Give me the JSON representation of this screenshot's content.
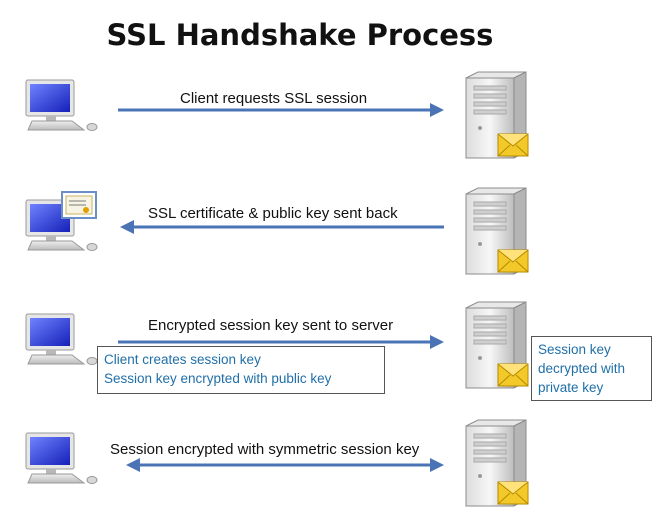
{
  "title": "SSL Handshake Process",
  "steps": [
    {
      "label": "Client requests SSL session",
      "direction": "to-server"
    },
    {
      "label": "SSL certificate & public key sent back",
      "direction": "to-client"
    },
    {
      "label": "Encrypted session key sent to server",
      "direction": "to-server",
      "client_note": [
        "Client creates session key",
        "Session key encrypted with public key"
      ],
      "server_note": [
        "Session key",
        "decrypted with",
        "private key"
      ]
    },
    {
      "label": "Session encrypted with symmetric session key",
      "direction": "both"
    }
  ],
  "colors": {
    "arrow": "#4a74b5",
    "note_text": "#1f6fa8",
    "screen": "#2f3fd8",
    "envelope": "#f0c419"
  },
  "icons": {
    "client": "computer-icon",
    "server": "server-icon",
    "envelope": "envelope-icon",
    "certificate": "certificate-icon"
  }
}
